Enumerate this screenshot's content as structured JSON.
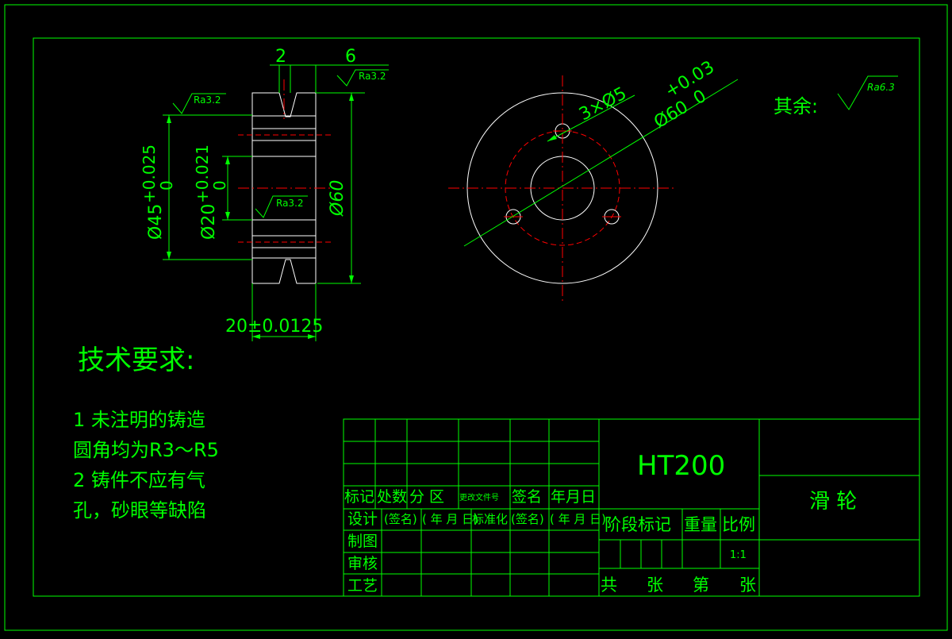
{
  "colors": {
    "background": "#000000",
    "frame": "#00ff00",
    "geometry": "#ffffff",
    "centerline": "#ff0000",
    "hatch": "#c8c800"
  },
  "side_view": {
    "dim_top_left": "2",
    "dim_top_right": "6",
    "roughness_top": "Ra3.2",
    "roughness_left": "Ra3.2",
    "roughness_bore": "Ra3.2",
    "dim_outer_dia": "Ø45",
    "dim_outer_upper": "+0.025",
    "dim_outer_lower": "0",
    "dim_bore_dia": "Ø20",
    "dim_bore_upper": "+0.021",
    "dim_bore_lower": "0",
    "dim_overall": "Ø60",
    "dim_width": "20±0.0125"
  },
  "front_view": {
    "hole_callout": "3×Ø5",
    "pcd_label": "Ø60",
    "pcd_upper": "+0.03",
    "pcd_lower": "0"
  },
  "roughness_rest": {
    "label": "其余:",
    "value": "Ra6.3"
  },
  "tech_req": {
    "title": "技术要求:",
    "lines": [
      "1 未注明的铸造",
      "圆角均为R3～R5",
      "2 铸件不应有气",
      "孔，砂眼等缺陷"
    ]
  },
  "title_block": {
    "material": "HT200",
    "part_name": "滑 轮",
    "row_labels": [
      "标记",
      "处数",
      "分  区",
      "更改文件号",
      "签名",
      "年月日"
    ],
    "design": "设计",
    "sign1": "(签名)",
    "date1": "( 年 月 日)",
    "standardize": "标准化",
    "sign2": "(签名)",
    "date2": "( 年 月 日)",
    "drawing": "制图",
    "review": "审核",
    "process": "工艺",
    "stage_mark": "阶段标记",
    "weight": "重量",
    "scale": "比例",
    "scale_value": "1:1",
    "total": "共",
    "sheets": "张",
    "page": "第",
    "sheet2": "张"
  }
}
